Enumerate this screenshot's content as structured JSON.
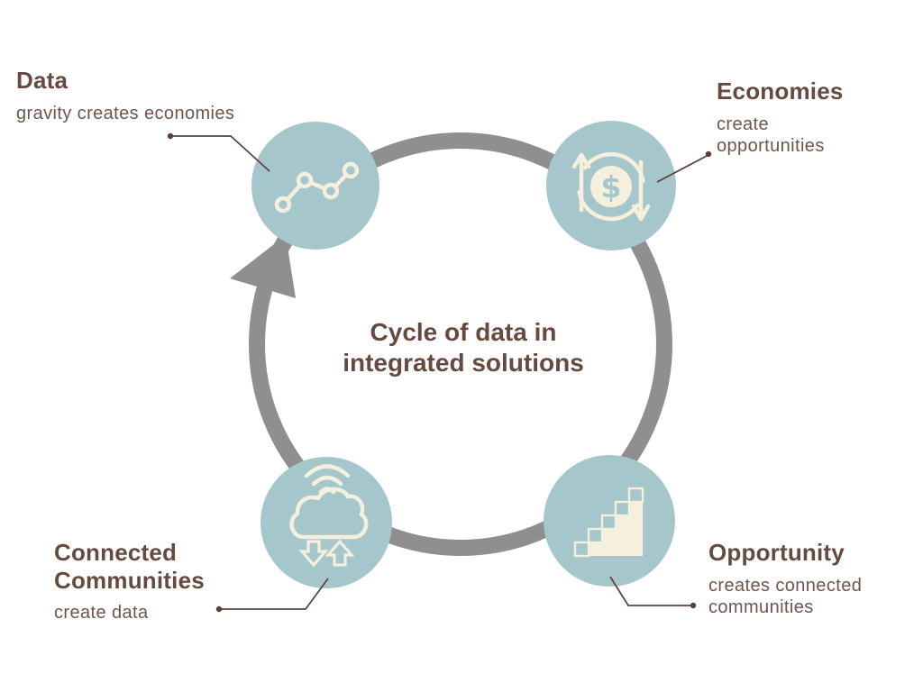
{
  "title": "Cycle of data in integrated solutions",
  "colors": {
    "teal": "#a5c6ca",
    "cream": "#f5efdd",
    "gray": "#8f8f8f",
    "heading": "#664a40",
    "subtitle": "#6f554b",
    "line": "#5a4038",
    "bg": "#ffffff"
  },
  "nodes": [
    {
      "id": "data",
      "heading": "Data",
      "subtitle": "gravity creates economies",
      "icon": "line-chart-icon"
    },
    {
      "id": "economies",
      "heading": "Economies",
      "subtitle": "create opportunities",
      "icon": "currency-exchange-icon",
      "currency_symbol": "$"
    },
    {
      "id": "opportunity",
      "heading": "Opportunity",
      "subtitle": "creates connected communities",
      "icon": "stairs-icon"
    },
    {
      "id": "connected-communities",
      "heading": "Connected Communities",
      "subtitle": "create data",
      "icon": "cloud-transfer-icon"
    }
  ]
}
